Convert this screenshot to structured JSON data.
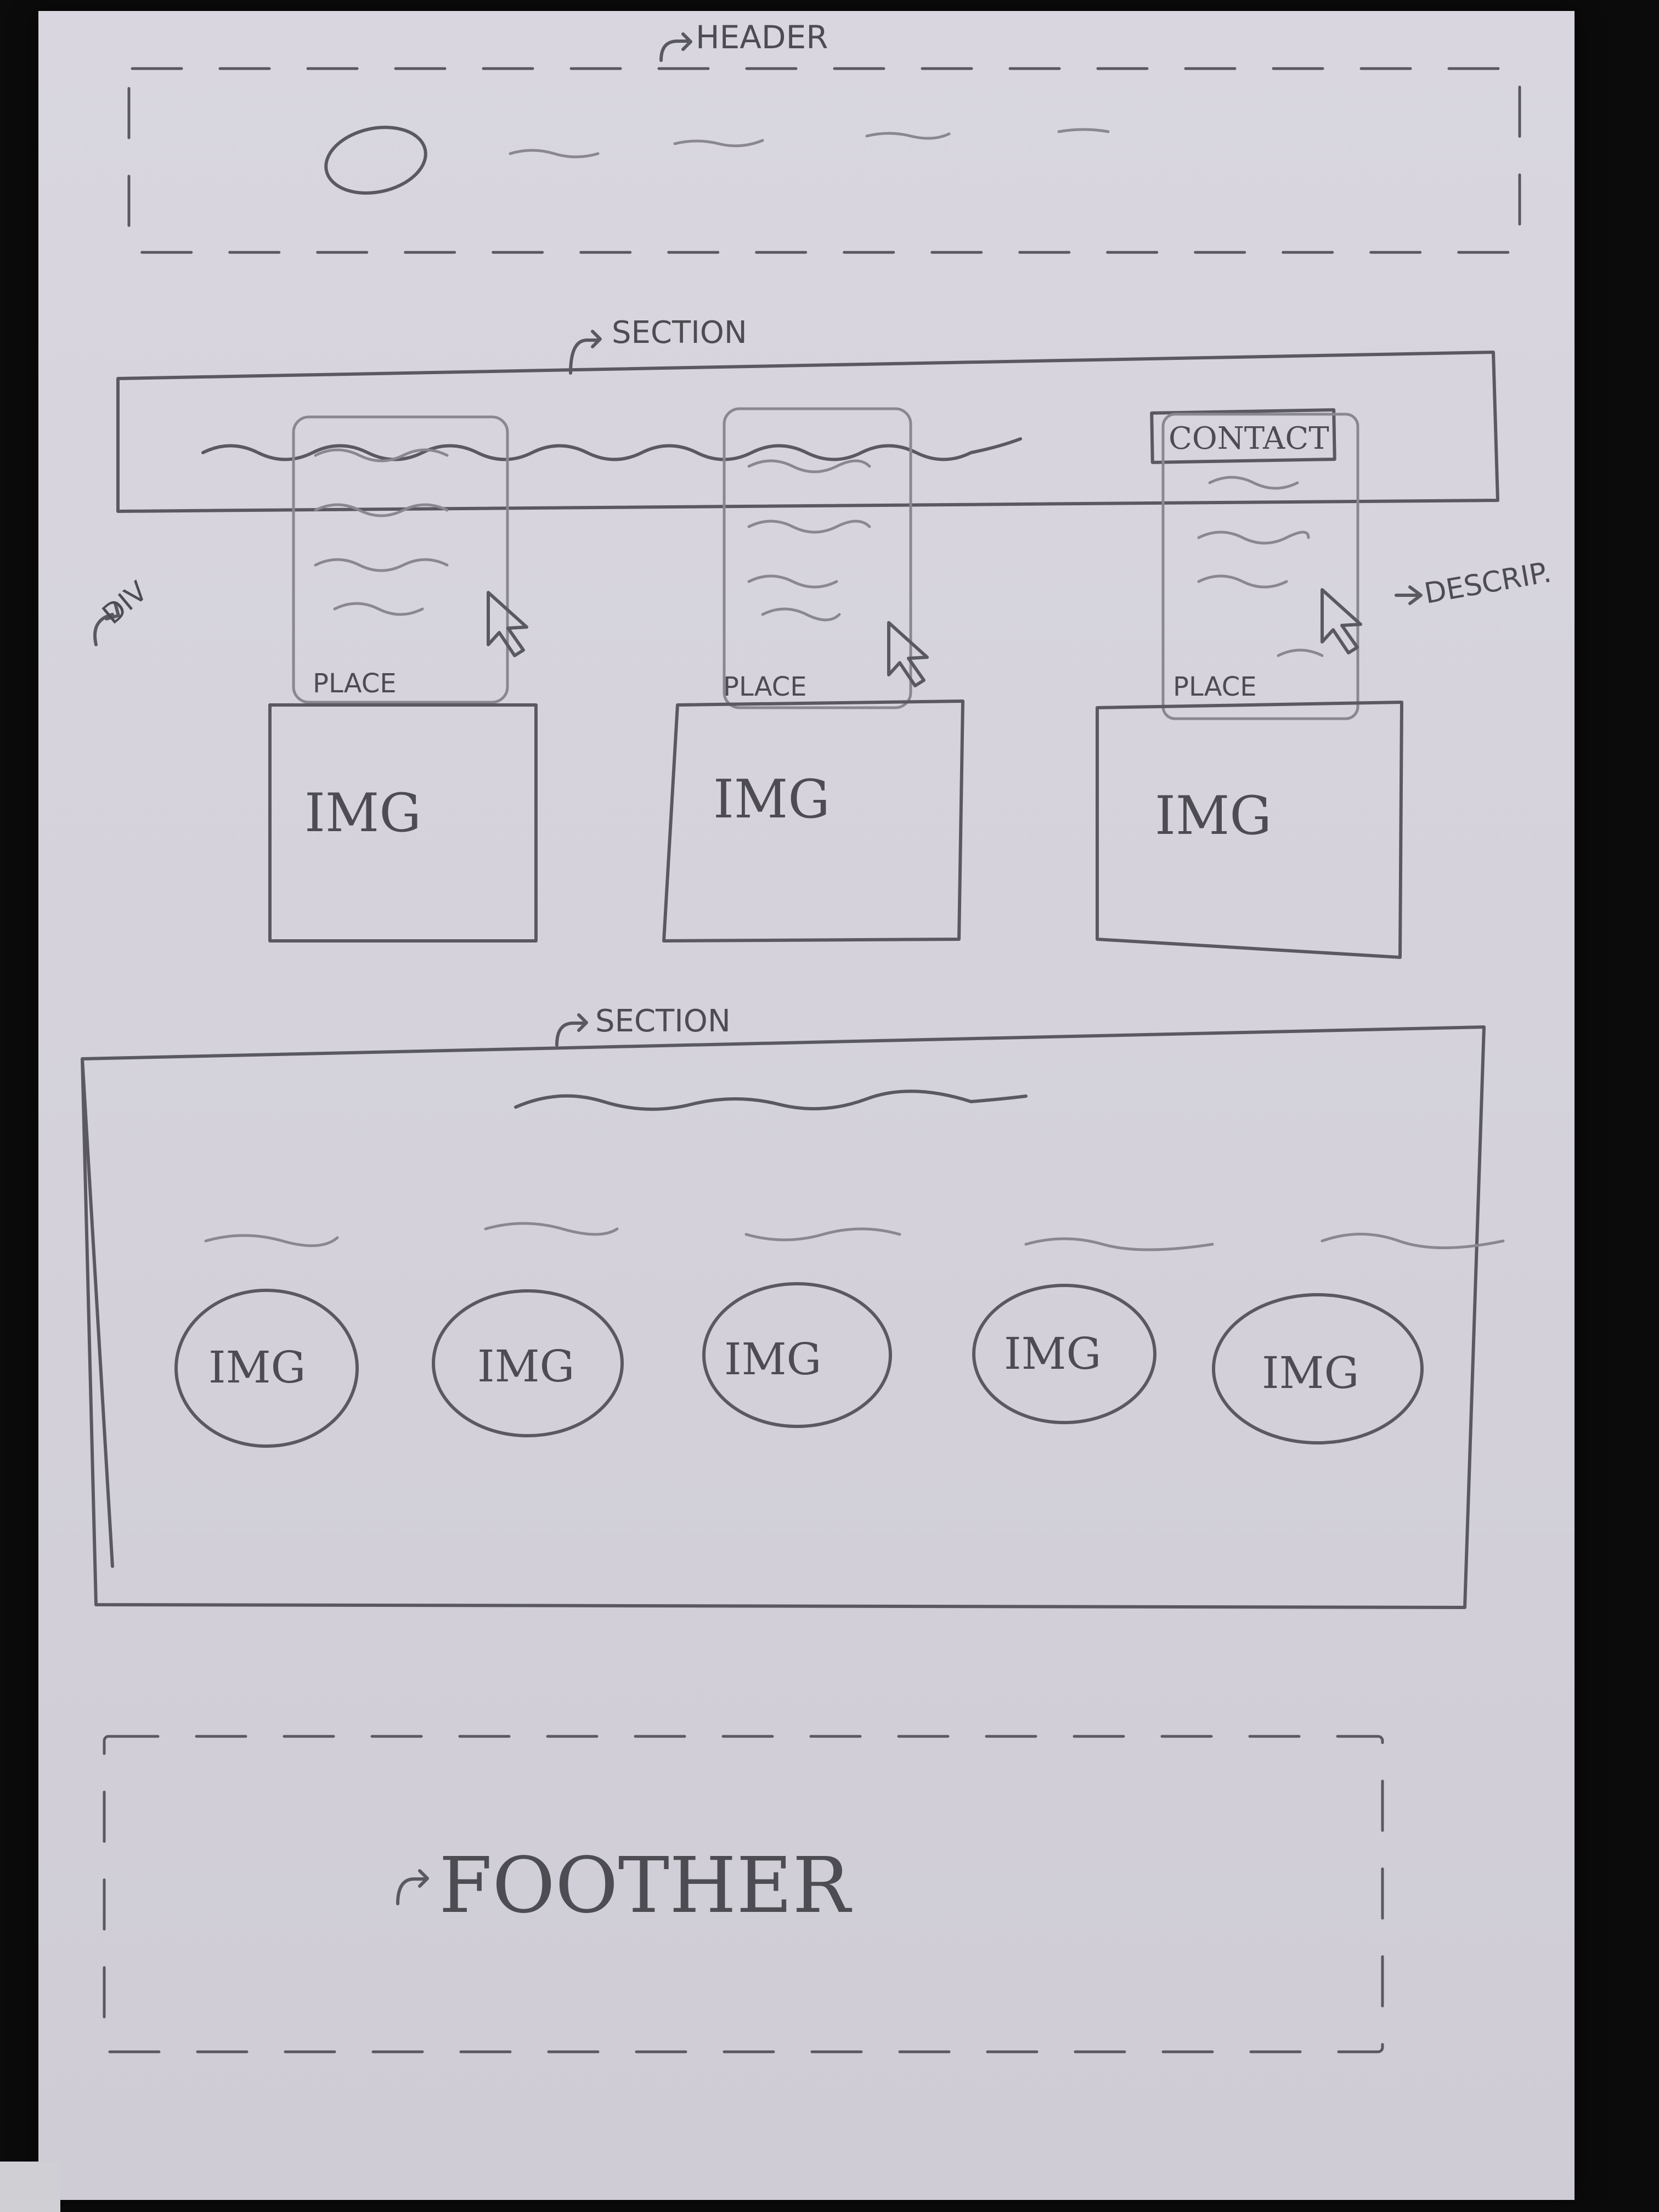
{
  "labels": {
    "header": "HEADER",
    "section_top": "SECTION",
    "section_bottom": "SECTION",
    "div": "DIV",
    "description": "DESCRIP.",
    "contact": "CONTACT",
    "footer": "FOOTHER"
  },
  "place_cards": [
    {
      "place": "PLACE",
      "img": "IMG"
    },
    {
      "place": "PLACE",
      "img": "IMG"
    },
    {
      "place": "PLACE",
      "img": "IMG"
    }
  ],
  "gallery": [
    {
      "img": "IMG"
    },
    {
      "img": "IMG"
    },
    {
      "img": "IMG"
    },
    {
      "img": "IMG"
    },
    {
      "img": "IMG"
    }
  ]
}
